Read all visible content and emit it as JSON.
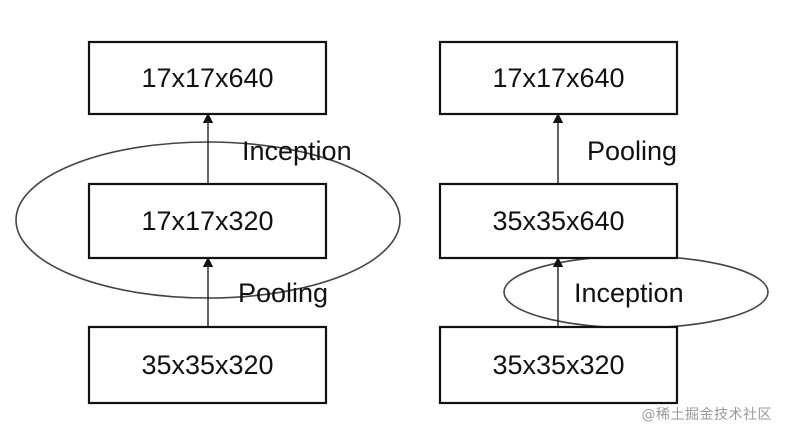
{
  "colors": {
    "stroke": "#111111",
    "ellipse": "#444444",
    "text": "#111111",
    "watermark": "#9a9a9a"
  },
  "left_diagram": {
    "top_box": "17x17x640",
    "middle_box": "17x17x320",
    "bottom_box": "35x35x320",
    "upper_edge_label": "Inception",
    "lower_edge_label": "Pooling"
  },
  "right_diagram": {
    "top_box": "17x17x640",
    "middle_box": "35x35x640",
    "bottom_box": "35x35x320",
    "upper_edge_label": "Pooling",
    "lower_edge_label": "Inception"
  },
  "watermark": "@稀土掘金技术社区"
}
